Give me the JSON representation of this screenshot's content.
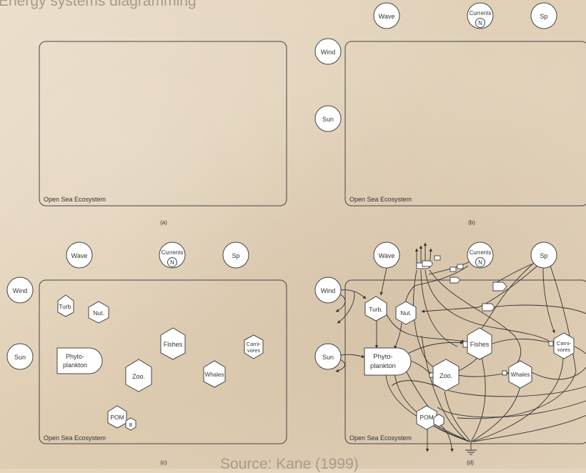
{
  "title": "Energy systems diagramming",
  "credit": "Source: Kane (1999)",
  "panels": {
    "a": {
      "caption": "(a)",
      "system_label": "Open Sea Ecosystem"
    },
    "b": {
      "caption": "(b)",
      "system_label": "Open Sea Ecosystem"
    },
    "c": {
      "caption": "(c)",
      "system_label": "Open Sea Ecosystem"
    },
    "d": {
      "caption": "(d)",
      "system_label": "Open Sea Ecosystem"
    }
  },
  "sources": {
    "wave": "Wave",
    "currents": "Currents",
    "nutrient_marker": "N",
    "sp": "Sp",
    "wind": "Wind",
    "sun": "Sun"
  },
  "components": {
    "turb": "Turb.",
    "nut": "Nut.",
    "phyto_line1": "Phyto-",
    "phyto_line2": "plankton",
    "fishes": "Fishes",
    "carni_line1": "Carni-",
    "carni_line2": "vores",
    "zoo": "Zoo.",
    "whales": "Whales",
    "pom": "POM",
    "bacteria_marker": "B"
  }
}
